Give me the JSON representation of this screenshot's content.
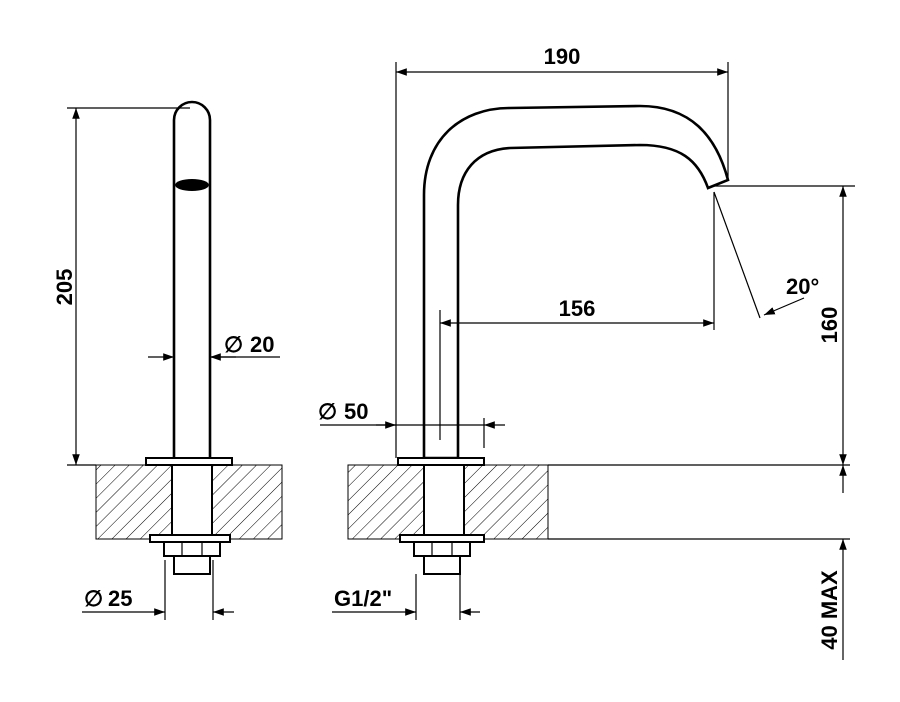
{
  "side_view": {
    "height_label": "205",
    "tube_diameter_label": "20",
    "base_diameter_label": "25"
  },
  "front_view": {
    "total_reach_label": "190",
    "reach_label": "156",
    "angle_label": "20°",
    "spout_height_label": "160",
    "flange_diameter_label": "50",
    "thread_label": "G1/2\"",
    "max_thickness_label": "40 MAX"
  },
  "symbols": {
    "diameter": "∅"
  },
  "colors": {
    "line": "#000000",
    "background": "#ffffff"
  }
}
